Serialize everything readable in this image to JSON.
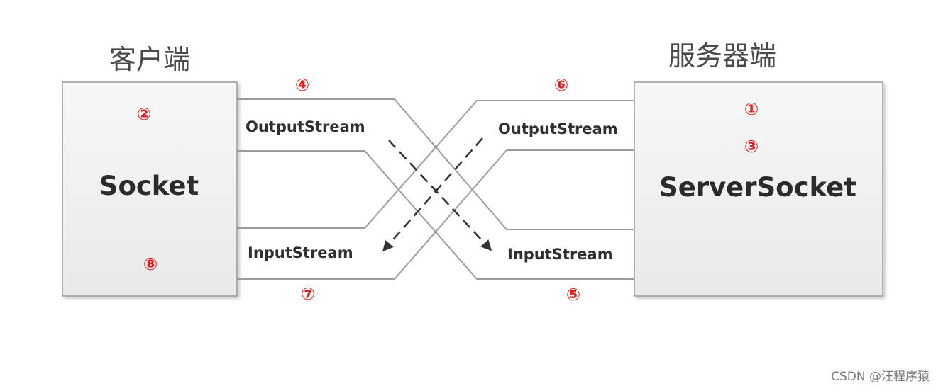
{
  "client": {
    "title": "客户端",
    "box_label": "Socket",
    "markers": [
      "②",
      "⑧"
    ]
  },
  "server": {
    "title": "服务器端",
    "box_label": "ServerSocket",
    "markers": [
      "①",
      "③"
    ]
  },
  "streams": {
    "client_output": {
      "label": "OutputStream",
      "marker": "④"
    },
    "client_input": {
      "label": "InputStream",
      "marker": "⑦"
    },
    "server_output": {
      "label": "OutputStream",
      "marker": "⑥"
    },
    "server_input": {
      "label": "InputStream",
      "marker": "⑤"
    }
  },
  "watermark": "CSDN @汪程序猿",
  "colors": {
    "box_fill": "#f0f0f0",
    "box_stroke": "#9a9a9a",
    "pipe_stroke": "#9c9c9c",
    "marker": "#e02020",
    "arrow": "#333333"
  }
}
